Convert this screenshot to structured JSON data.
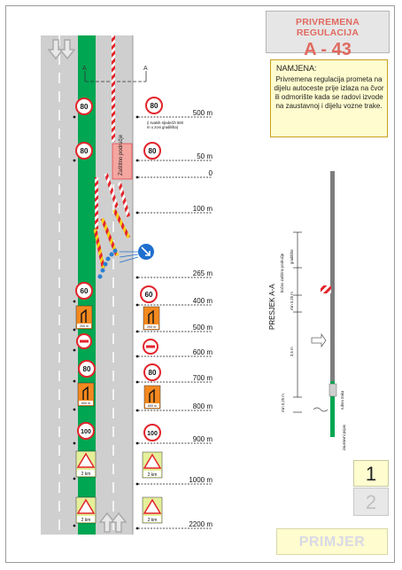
{
  "header": {
    "title": "PRIVREMENA REGULACIJA",
    "code": "A - 43"
  },
  "purpose": {
    "heading": "NAMJENA:",
    "body": "Privremena regulacija prometa na dijelu autoceste prije izlaza na čvor ili odmorište kada se radovi izvode na zaustavnoj i dijelu vozne trake."
  },
  "pages": {
    "current": "1",
    "other": "2"
  },
  "example_label": "PRIMJER",
  "section": {
    "label": "A",
    "title": "PRESJEK A-A"
  },
  "work_zone_label": "Zaštitno područje",
  "note_500": "(i svakih sljedećih 500 m u zoni gradilišta)",
  "distances": [
    "500 m",
    "50 m",
    "0",
    "100 m",
    "265 m",
    "400 m",
    "500 m",
    "600 m",
    "700 m",
    "800 m",
    "900 m",
    "1000 m",
    "2200 m"
  ],
  "signs": {
    "speed_80": "80",
    "speed_60": "60",
    "speed_100": "100",
    "lane_panel_200": "200 m",
    "lane_panel_600": "600 m",
    "works_2km": "2 km"
  },
  "cross_section": {
    "gradiliste": "gradilište",
    "sigurnosno_podrucje": "bočno zaštitno područje",
    "min_025_a": "min 0,25 m",
    "lane_width": "3,5 m",
    "min_025_b": "min 0,25 m",
    "rubna_traka": "rubna traka",
    "zaustavni_pojas": "zaustavni pojas"
  },
  "colors": {
    "title_red": "#e06a60",
    "median_green": "#00a651",
    "road_gray": "#cfcfcf",
    "sign_red": "#e3242b",
    "panel_orange": "#f4891f",
    "yellow_panel": "#fffccf"
  }
}
